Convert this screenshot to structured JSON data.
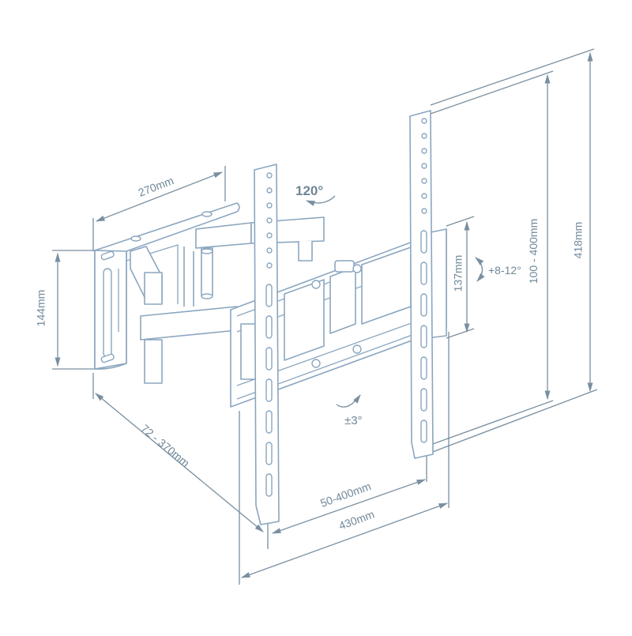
{
  "diagram": {
    "subject": "Full-motion articulating TV wall mount bracket",
    "accent_color": "#8aa6bf",
    "dimension_color": "#7a8fa0",
    "text_color": "#6f8797"
  },
  "labels": {
    "wall_plate_width": "270mm",
    "wall_plate_height": "144mm",
    "swivel_angle": "120°",
    "tilt_angle": "+8-12°",
    "level_adjust": "±3°",
    "arm_extension": "72 - 370mm",
    "rail_spacing": "50-400mm",
    "frame_width": "430mm",
    "frame_height": "137mm",
    "vesa_vertical": "100 - 400mm",
    "rail_height": "418mm"
  }
}
